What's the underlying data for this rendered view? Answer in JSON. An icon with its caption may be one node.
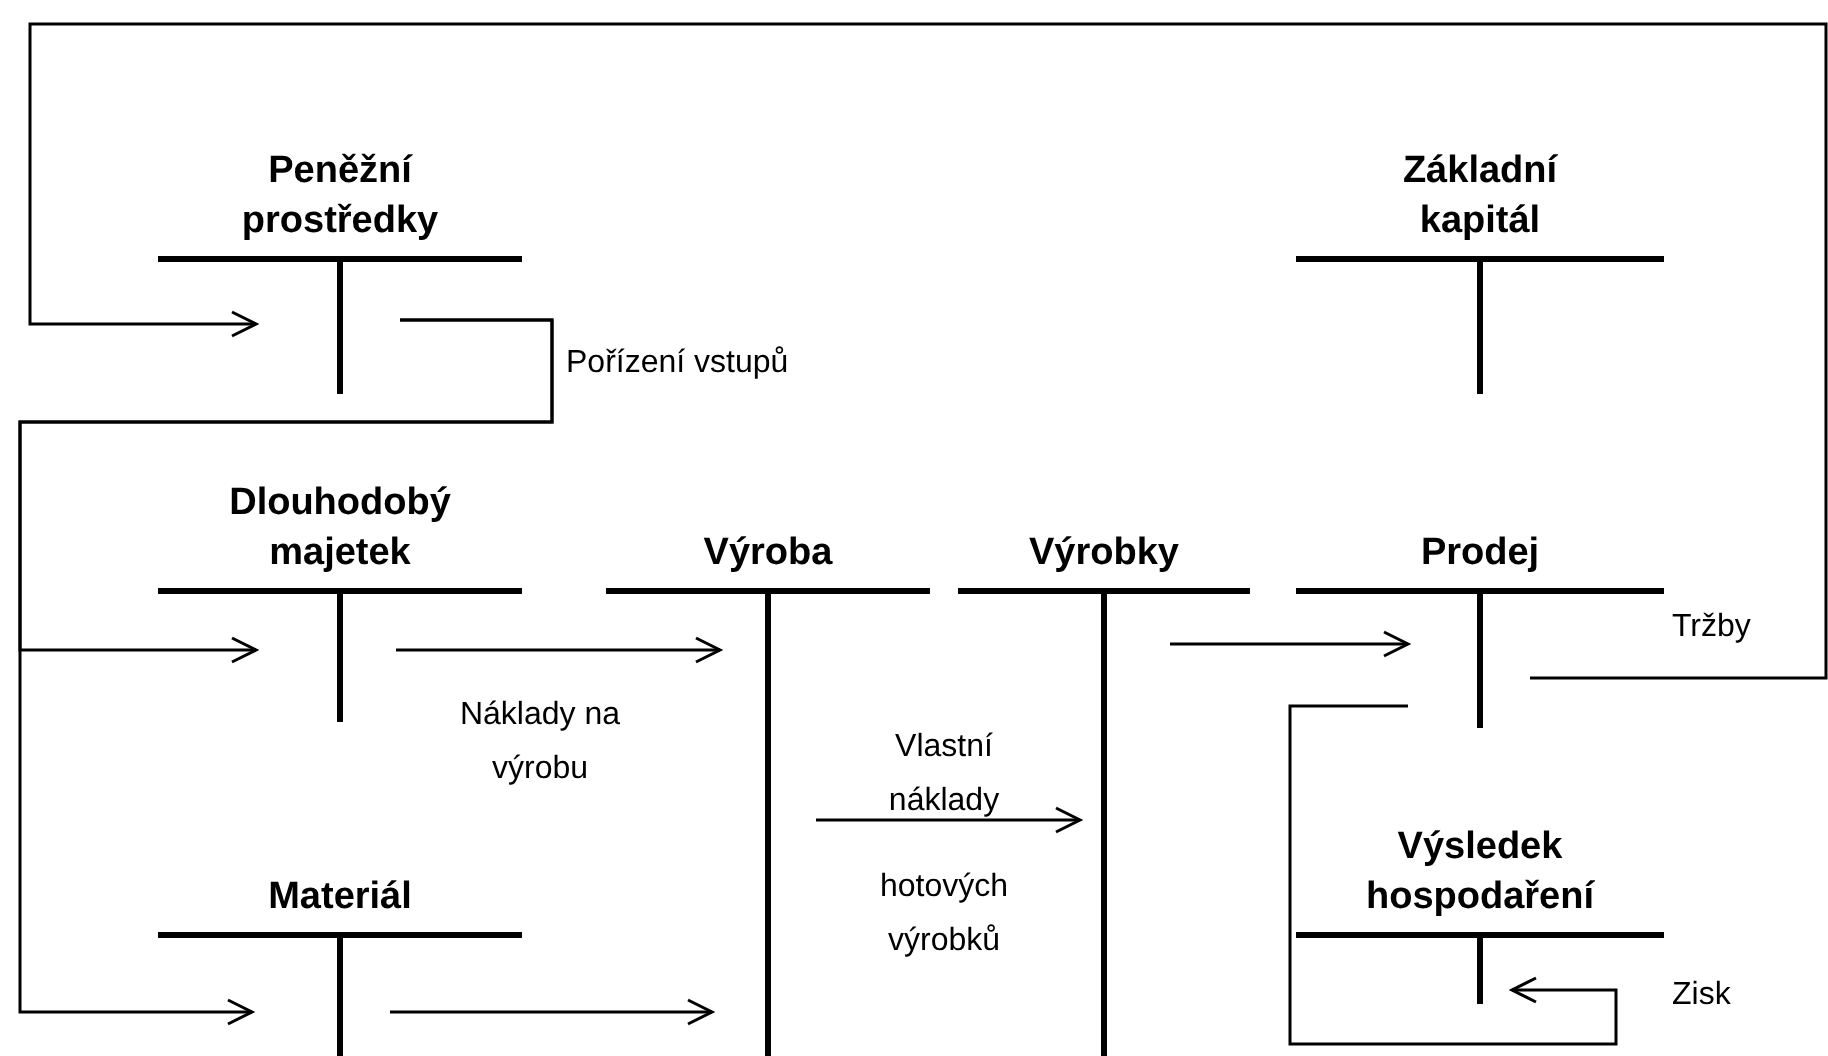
{
  "diagram": {
    "nodes": [
      {
        "text": [
          "Peněžní prostředky"
        ]
      },
      {
        "text": [
          "Základní kapitál"
        ]
      },
      {
        "text": [
          "Dlouhodobý majetek"
        ]
      },
      {
        "text": [
          "Výroba"
        ]
      },
      {
        "text": [
          "Výrobky"
        ]
      },
      {
        "text": [
          "Prodej"
        ]
      },
      {
        "text": [
          "Výsledek hospodaření"
        ]
      },
      {
        "text": [
          "Materiál"
        ]
      }
    ],
    "edges": [
      {
        "from": 0,
        "to": 2,
        "arrow": "to",
        "label": "Pořízení vstupů"
      },
      {
        "from": 0,
        "to": 7,
        "arrow": "to"
      },
      {
        "from": 2,
        "to": 3,
        "arrow": "to",
        "label": "Náklady na výrobu"
      },
      {
        "from": 7,
        "to": 3,
        "arrow": "to"
      },
      {
        "from": 3,
        "to": 4,
        "arrow": "to",
        "label": "Vlastní náklady"
      },
      {
        "from": 4,
        "to": 5,
        "arrow": "to"
      },
      {
        "from": 5,
        "to": 0,
        "arrow": "to",
        "label": "Tržby"
      },
      {
        "from": 5,
        "to": 6,
        "arrow": "to",
        "label": "Zisk"
      }
    ],
    "labels": [
      "hotových výrobků"
    ]
  }
}
